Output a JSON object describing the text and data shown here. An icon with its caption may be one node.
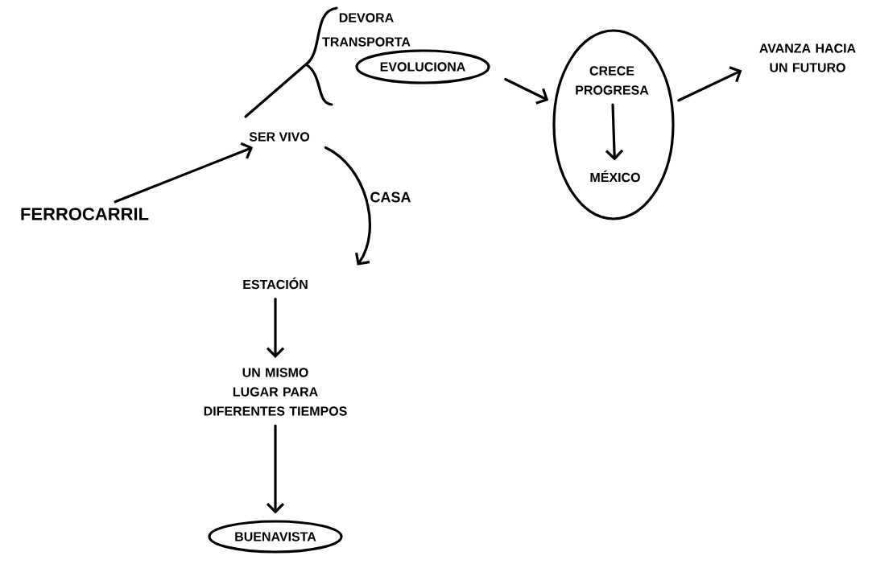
{
  "diagram": {
    "nodes": [
      {
        "text": [
          "DEVORA"
        ]
      },
      {
        "text": [
          "TRANSPORTA"
        ]
      },
      {
        "text": [
          "EVOLUCIONA"
        ]
      },
      {
        "text": [],
        "shape": "circle"
      },
      {
        "text": [
          "CRECE PROGRESA"
        ],
        "in": 3
      },
      {
        "text": [
          "MÉXICO"
        ],
        "in": 3
      },
      {
        "text": [
          "AVANZA HACIA UN FUTURO"
        ]
      },
      {
        "text": [
          "SER VIVO"
        ]
      },
      {
        "text": [
          "FERROCARRIL"
        ]
      },
      {
        "text": [
          "ESTACIÓN"
        ]
      },
      {
        "text": [
          "UN MISMO LUGAR PARA DIFERENTES TIEMPOS"
        ]
      },
      {
        "text": [
          "BUENAVISTA"
        ]
      }
    ],
    "edges": [
      {
        "from": 8,
        "to": 7,
        "arrow": "to"
      },
      {
        "from": 7,
        "to": 9,
        "arrow": "to",
        "label": "CASA"
      },
      {
        "from": 2,
        "to": 3,
        "arrow": "to"
      },
      {
        "from": 3,
        "to": 6,
        "arrow": "to"
      },
      {
        "from": 4,
        "to": 5,
        "arrow": "to"
      },
      {
        "from": 9,
        "to": 10,
        "arrow": "to"
      },
      {
        "from": 10,
        "to": 11,
        "arrow": "to"
      }
    ]
  }
}
